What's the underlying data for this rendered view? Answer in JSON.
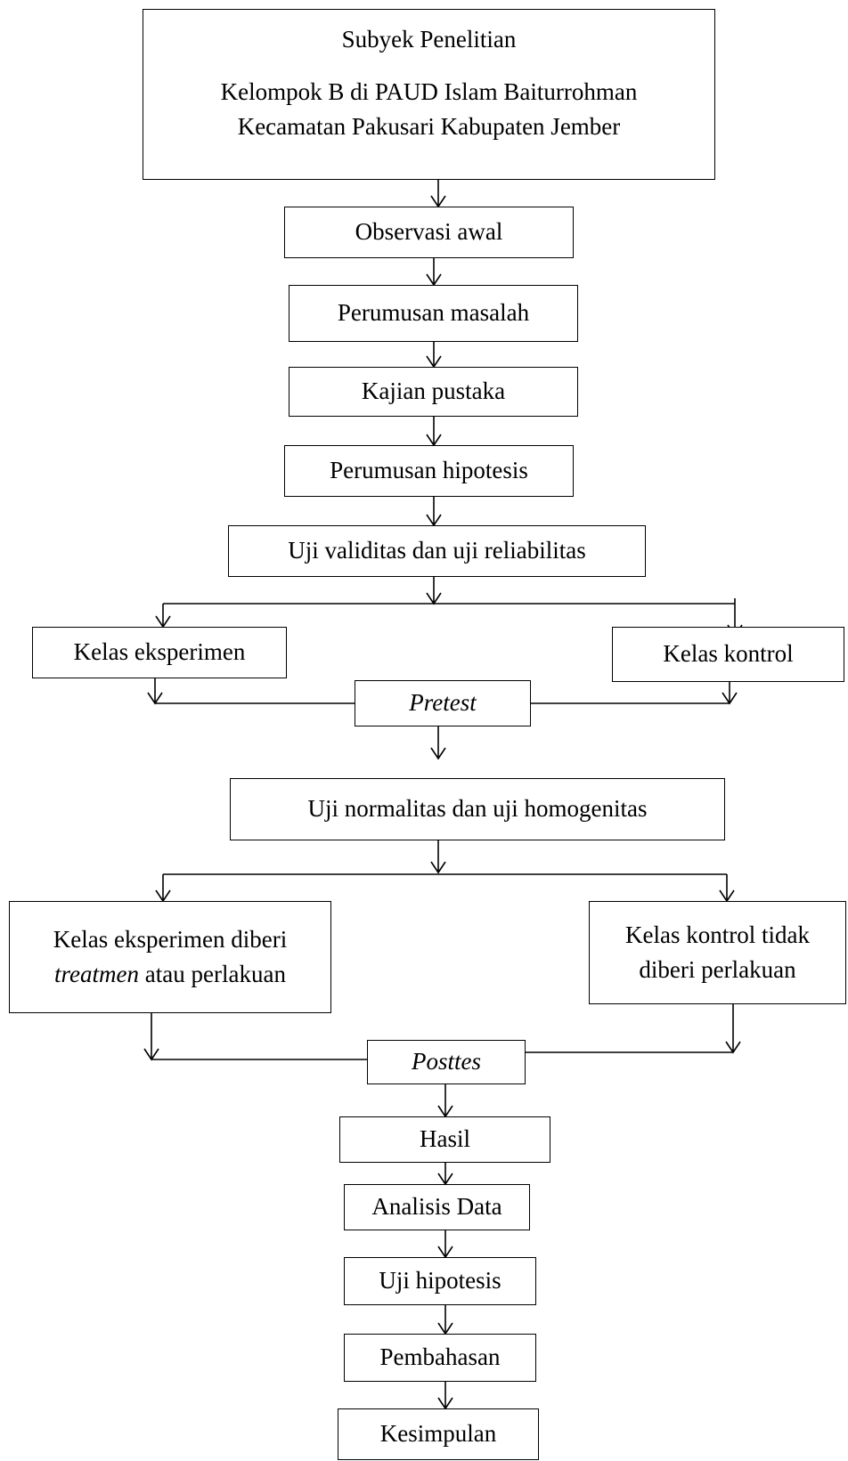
{
  "flowchart": {
    "subject": {
      "title": "Subyek Penelitian",
      "line1": "Kelompok B di PAUD Islam Baiturrohman",
      "line2": "Kecamatan Pakusari Kabupaten  Jember"
    },
    "observasi": "Observasi awal",
    "perumusan_masalah": "Perumusan masalah",
    "kajian_pustaka": "Kajian pustaka",
    "perumusan_hipotesis": "Perumusan hipotesis",
    "uji_validitas": "Uji validitas dan uji reliabilitas",
    "kelas_eksperimen": "Kelas eksperimen",
    "kelas_kontrol": "Kelas kontrol",
    "pretest": "Pretest",
    "uji_normalitas": "Uji normalitas dan uji homogenitas",
    "eksperimen_treat": {
      "line1": "Kelas eksperimen diberi",
      "line2_italic": "treatmen",
      "line2_rest": " atau perlakuan"
    },
    "kontrol_treat": {
      "line1": "Kelas kontrol tidak",
      "line2": "diberi perlakuan"
    },
    "posttes": "Posttes",
    "hasil": "Hasil",
    "analisis": "Analisis Data",
    "uji_hipotesis": "Uji hipotesis",
    "pembahasan": "Pembahasan",
    "kesimpulan": "Kesimpulan"
  }
}
